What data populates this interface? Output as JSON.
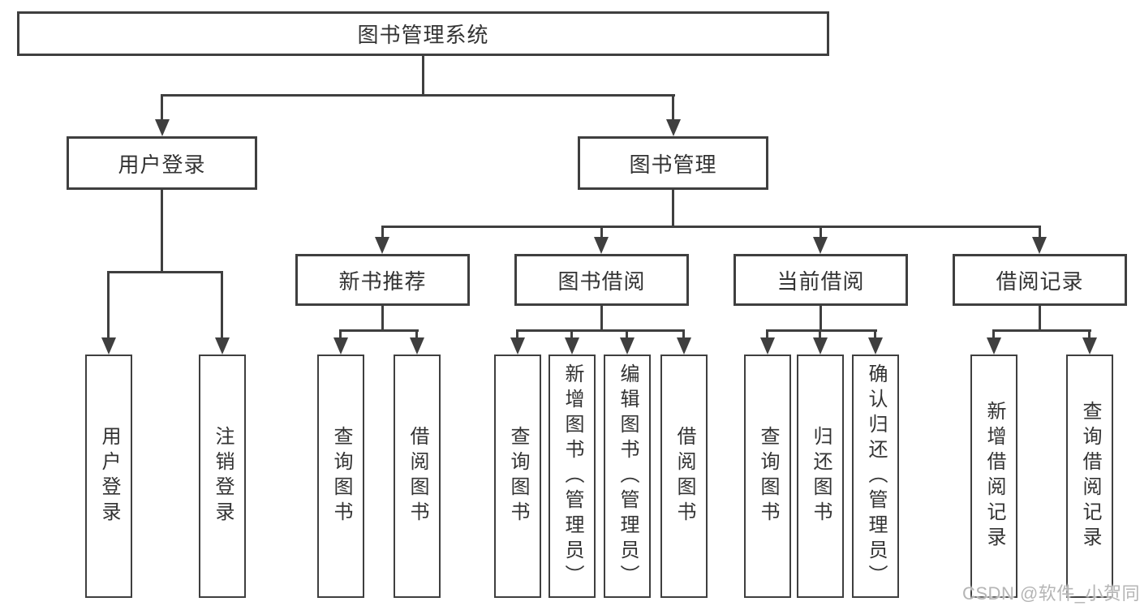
{
  "diagram": {
    "root": {
      "label": "图书管理系统"
    },
    "level2": {
      "user_login": {
        "label": "用户登录"
      },
      "book_management": {
        "label": "图书管理"
      }
    },
    "level3": {
      "new_book_recommend": {
        "label": "新书推荐"
      },
      "book_borrow": {
        "label": "图书借阅"
      },
      "current_borrow": {
        "label": "当前借阅"
      },
      "borrow_record": {
        "label": "借阅记录"
      }
    },
    "level4": {
      "user_login_children": [
        "用户登录",
        "注销登录"
      ],
      "new_book_children": [
        "查询图书",
        "借阅图书"
      ],
      "book_borrow_children": [
        "查询图书",
        "新增图书（管理员）",
        "编辑图书（管理员）",
        "借阅图书"
      ],
      "current_borrow_children": [
        "查询图书",
        "归还图书",
        "确认归还（管理员）"
      ],
      "borrow_record_children": [
        "新增借阅记录",
        "查询借阅记录"
      ]
    }
  },
  "watermark": {
    "text": "CSDN @软件_小贺同学"
  },
  "colors": {
    "line": "#3f3f3f",
    "text": "#333333",
    "background": "#ffffff",
    "watermark": "#b5b5b5"
  }
}
